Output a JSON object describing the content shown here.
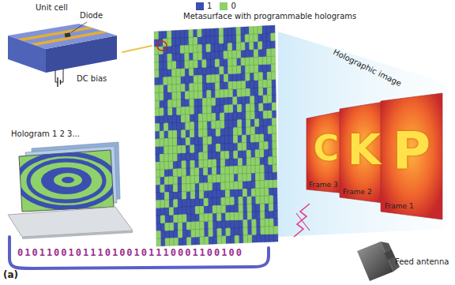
{
  "diagram": {
    "nodes": [
      {
        "text": [
          "Unit cell",
          "Diode",
          "DC bias"
        ]
      },
      {
        "text": [
          "Metasurface with programmable holograms"
        ]
      },
      {
        "text": [
          "Hologram 1 2 3..."
        ]
      },
      {
        "text": [
          "Frame 3"
        ]
      },
      {
        "text": [
          "Frame 2"
        ]
      },
      {
        "text": [
          "Frame 1"
        ]
      },
      {
        "text": [
          "Feed antenna"
        ]
      }
    ],
    "edges": [
      {
        "from": 0,
        "to": 1,
        "arrow": "none"
      },
      {
        "from": 2,
        "to": 1,
        "arrow": "none",
        "label": "0101100101110100101110001100100"
      }
    ],
    "labels": [
      "Holographic image",
      "C",
      "K",
      "P",
      "(a)"
    ],
    "legend": [
      {
        "text": "1",
        "color": "#3b4fb0"
      },
      {
        "text": "0",
        "color": "#8fd16a"
      }
    ]
  }
}
